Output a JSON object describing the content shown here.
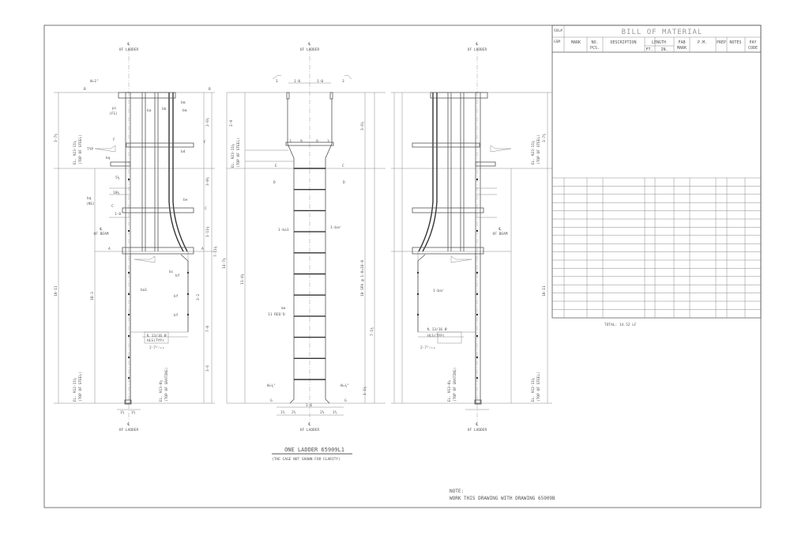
{
  "bom": {
    "sol_label": "SOL#",
    "gsm_label": "GSM",
    "title": "BILL OF MATERIAL",
    "columns": {
      "mark": "MARK",
      "no_pcs_1": "NO.",
      "no_pcs_2": "PCS.",
      "description": "DESCRIPTION",
      "length": "LENGTH",
      "ft": "FT.",
      "in": "IN.",
      "fab_1": "FAB",
      "fab_2": "MARK",
      "pm": "P.M.",
      "prep": "PREP",
      "notes": "NOTES",
      "pay_1": "PAY",
      "pay_2": "CODE"
    },
    "total": "TOTAL:  14.52 LF"
  },
  "drawing": {
    "title": "ONE LADDER 65909L1",
    "subtitle": "(THE CAGE NOT SHOWN FOR CLARITY)",
    "note_heading": "NOTE:",
    "note_text": "WORK THIS DRAWING WITH DRAWING 65909B",
    "cl_symbol": "℄",
    "of_ladder": "OF LADDER",
    "of_beam": "OF BEAM",
    "left": {
      "top_steel": "EL. 923-11⅝",
      "top_steel_2": "(TOP OF STEEL)",
      "grating": "EL. 913-0⅝",
      "grating_2": "(TOP OF GRATING)",
      "bottom_steel": "EL. 912-11⅝",
      "bottom_steel_2": "(TOP OF STEEL)",
      "dim_top": "3-7¾",
      "dim_total": "10-11",
      "dim_mid": "10-3",
      "dim_r1": "2-6¾",
      "dim_r2": "3-0¾",
      "dim_r3": "1-11¾",
      "dim_r4": "7-11¾",
      "dim_r5": "3-6",
      "dim_r6": "7-0",
      "dim_r7": "3-2",
      "w1": "W=1\"",
      "ba": "ba",
      "bb": "bb",
      "bc": "bc",
      "bd": "bd",
      "be": "be",
      "bf": "bf",
      "bm": "bm",
      "bp": "bp",
      "bq": "bq",
      "bq_ns": "(NS)",
      "pc": "pc",
      "fs": "(FS)",
      "ba1": "ba1",
      "hls": "HLS(TYP)",
      "hole": "℄ 13/16 Ø",
      "dim_b": "2-7⁵⁄₁₆",
      "d10": "10¼",
      "d5": "5¼",
      "d10_": "1-0",
      "sec_a": "A",
      "sec_b": "B",
      "sec_c": "C",
      "sec_f": "F",
      "typ": "TYP"
    },
    "center": {
      "top_steel": "EL. 923-11⅝",
      "top_steel_2": "(TOP OF STEEL)",
      "dim_half_l": "1-0",
      "dim_half_r": "1-0",
      "dim_top": "2-9",
      "dim_r_top": "3-6¾",
      "dim_mid": "11-4¾",
      "dim_total": "14-7¾",
      "spa": "10 SPA @ 1-0=10-0",
      "dim_r_low": "7-1¾",
      "dim_r_bot": "1-1¾",
      "bar_l": "1-ba1",
      "bar_r": "1-bar",
      "ma": "ma",
      "reqd": "11 REQ'D",
      "w_l": "W=¼\"",
      "w_r": "W=¼\"",
      "bot_w": "1-6",
      "bot_l1": "1½",
      "bot_l2": "2½",
      "bot_r1": "2½",
      "bot_r2": "1½",
      "sec_c": "C",
      "sec_d": "D",
      "sec_e": "E",
      "sec_g": "G",
      "sec_1": "1",
      "sec_3": "3",
      "n3": "3",
      "n9": "9"
    },
    "right": {
      "top_steel": "EL. 923-11⅝",
      "top_steel_2": "(TOP OF STEEL)",
      "grating": "EL. 913-0⅝",
      "grating_2": "(TOP OF GRATING)",
      "bottom_steel": "EL. 912-11⅝",
      "bottom_steel_2": "(TOP OF STEEL)",
      "dim_top": "3-7¾",
      "dim_total": "10-11",
      "bar": "1-bar",
      "hls": "HLS(TYP)",
      "hole": "℄ 13/16 Ø",
      "dim_b": "2-7⁵⁄₁₆"
    },
    "small_dim": "1½"
  }
}
